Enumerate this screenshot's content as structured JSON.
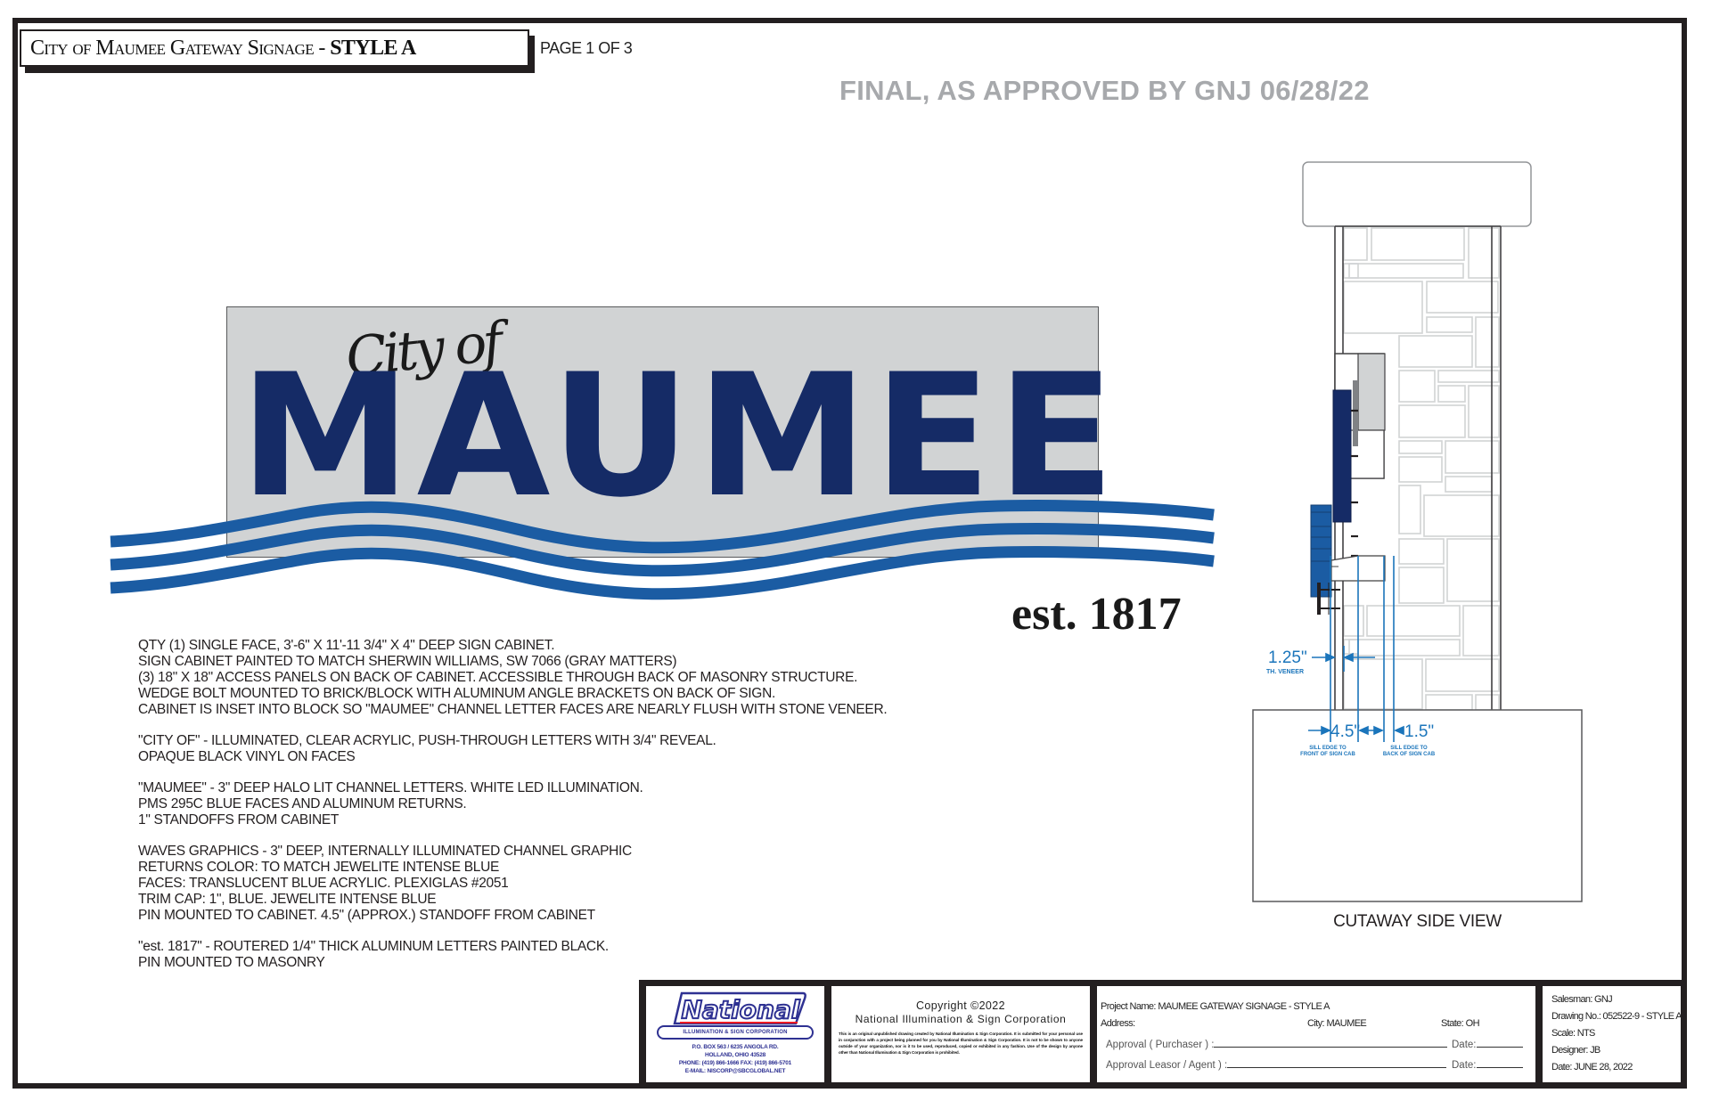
{
  "header": {
    "title_prefix": "City of Maumee Gateway Signage - ",
    "title_style": "STYLE A",
    "page_label": "PAGE 1 OF 3",
    "approval_stamp": "FINAL, AS APPROVED BY GNJ 06/28/22"
  },
  "sign": {
    "script_text": "City of",
    "main_text": "MAUMEE",
    "est_text": "est. 1817",
    "colors": {
      "cabinet": "#d1d3d4",
      "letters": "#152b66",
      "waves": "#1b5ca3",
      "script": "#1a1a1a"
    }
  },
  "specs": [
    {
      "lines": [
        "QTY (1) SINGLE FACE, 3'-6\" X 11'-11 3/4\" X 4\" DEEP SIGN CABINET.",
        "SIGN CABINET PAINTED TO MATCH SHERWIN WILLIAMS, SW 7066 (GRAY MATTERS)",
        "(3) 18\" X 18\" ACCESS PANELS ON BACK OF CABINET. ACCESSIBLE THROUGH BACK OF MASONRY STRUCTURE.",
        "WEDGE BOLT MOUNTED TO BRICK/BLOCK WITH ALUMINUM ANGLE BRACKETS ON BACK OF SIGN.",
        "CABINET IS INSET INTO BLOCK SO \"MAUMEE\" CHANNEL LETTER FACES ARE NEARLY FLUSH WITH STONE VENEER."
      ]
    },
    {
      "lines": [
        "\"CITY OF\" - ILLUMINATED, CLEAR ACRYLIC, PUSH-THROUGH LETTERS WITH 3/4\" REVEAL.",
        "OPAQUE BLACK VINYL ON FACES"
      ]
    },
    {
      "lines": [
        "\"MAUMEE\" - 3\" DEEP HALO LIT CHANNEL LETTERS. WHITE LED ILLUMINATION.",
        "PMS 295C BLUE FACES AND ALUMINUM RETURNS.",
        "1\" STANDOFFS FROM CABINET"
      ]
    },
    {
      "lines": [
        "WAVES GRAPHICS - 3\" DEEP, INTERNALLY ILLUMINATED CHANNEL GRAPHIC",
        "RETURNS COLOR: TO MATCH JEWELITE INTENSE BLUE",
        "FACES: TRANSLUCENT BLUE ACRYLIC. PLEXIGLAS #2051",
        "TRIM CAP: 1\", BLUE. JEWELITE INTENSE BLUE",
        "PIN MOUNTED TO CABINET. 4.5\" (APPROX.) STANDOFF FROM CABINET"
      ]
    },
    {
      "lines": [
        "\"est. 1817\" - ROUTERED 1/4\" THICK ALUMINUM LETTERS PAINTED BLACK.",
        "PIN MOUNTED TO MASONRY"
      ]
    }
  ],
  "side_view": {
    "caption": "CUTAWAY SIDE VIEW",
    "dimensions": {
      "veneer": "1.25\"",
      "veneer_label": "TH. VENEER",
      "front": "4.5\"",
      "front_label_1": "SILL EDGE TO",
      "front_label_2": "FRONT OF SIGN CAB",
      "back": "1.5\"",
      "back_label_1": "SILL EDGE TO",
      "back_label_2": "BACK OF SIGN CAB"
    },
    "dimension_color": "#1b75bb"
  },
  "title_block": {
    "logo": {
      "name": "National",
      "subtitle": "ILLUMINATION & SIGN CORPORATION",
      "address_1": "P.O. BOX 563 / 6235 ANGOLA RD.",
      "address_2": "HOLLAND, OHIO 43528",
      "phone": "PHONE: (419) 866-1666    FAX: (419) 866-5701",
      "email": "E-MAIL: NISCORP@SBCGLOBAL.NET"
    },
    "copyright": {
      "title": "Copyright ©2022",
      "corp": "National Illumination & Sign Corporation",
      "fine_print": "This is an original unpublished drawing created by National Illumination & Sign Corporation. It is submitted for your personal use in conjunction with a project being planned for you by National Illumination & Sign Corporation. It is not to be shown to anyone outside of your organization, nor is it to be used, reproduced, copied or exhibited in any fashion. Use of the design by anyone other than National Illumination & Sign Corporation is prohibited."
    },
    "project": {
      "name_label": "Project Name:",
      "name_value": "MAUMEE GATEWAY SIGNAGE - STYLE A",
      "address_label": "Address:",
      "address_value": "",
      "city_label": "City:",
      "city_value": "MAUMEE",
      "state_label": "State:",
      "state_value": "OH",
      "approval_purchaser": "Approval ( Purchaser ) :",
      "approval_agent": "Approval Leasor / Agent ) :",
      "date_label": "Date:"
    },
    "info": {
      "salesman": "Salesman: GNJ",
      "drawing_no": "Drawing No.: 052522-9 - STYLE A",
      "scale": "Scale: NTS",
      "designer": "Designer: JB",
      "date": "Date: JUNE 28, 2022"
    }
  }
}
